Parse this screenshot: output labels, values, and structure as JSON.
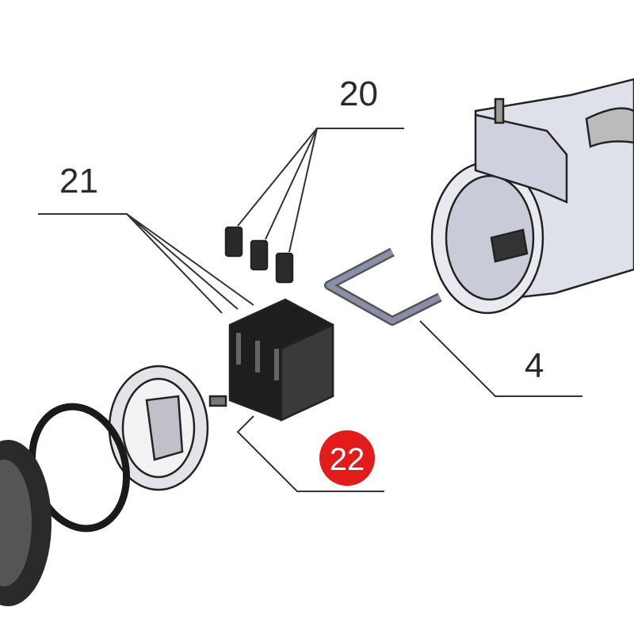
{
  "diagram": {
    "labels": {
      "part_20": "20",
      "part_21": "21",
      "part_4": "4",
      "part_22": "22"
    },
    "colors": {
      "highlight_badge": "#e21b1b",
      "line": "#333333",
      "part_dark": "#1e1e1e",
      "part_light": "#d9dce6"
    }
  }
}
